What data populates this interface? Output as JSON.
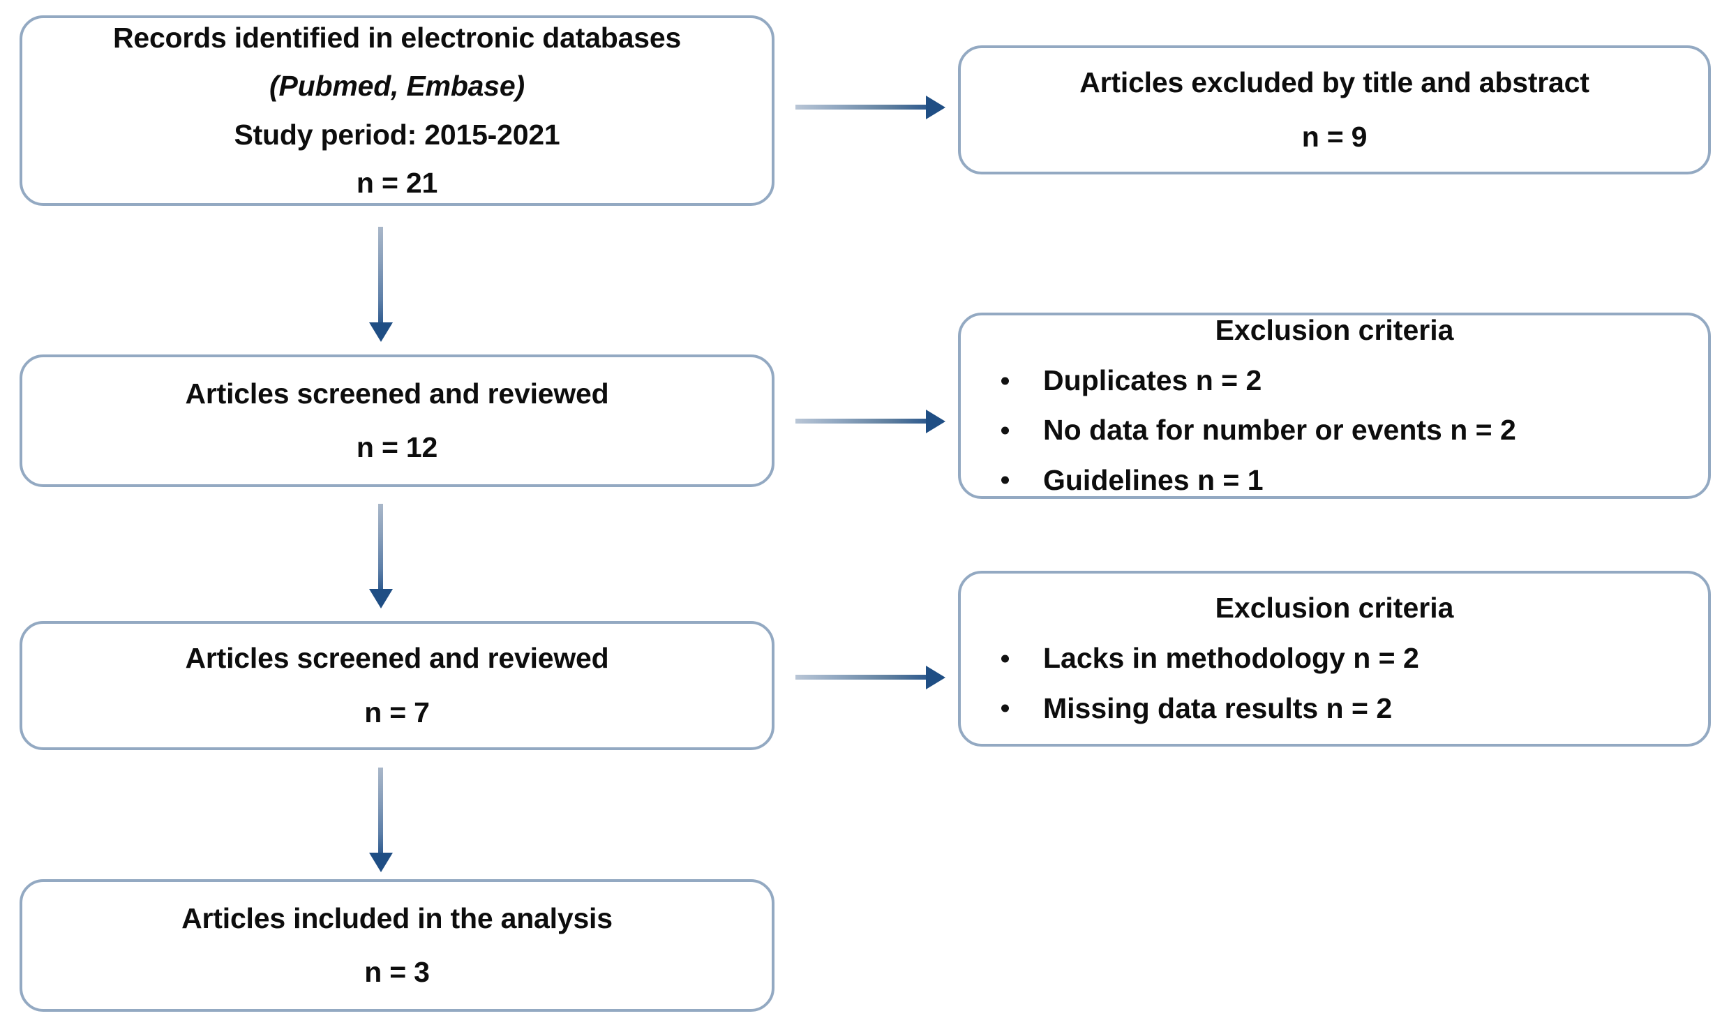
{
  "diagram": {
    "type": "prisma-flow-diagram",
    "accent_color": "#2e5a8e",
    "box_border_color": "#93a9c2",
    "text_color": "#0d0d0d",
    "boxes": {
      "records_identified": {
        "title": "Records identified in electronic databases",
        "sources": "(Pubmed, Embase)",
        "study_period": "Study period: 2015-2021",
        "count": "n = 21"
      },
      "excluded_title_abstract": {
        "title": "Articles excluded by title and abstract",
        "count": "n = 9"
      },
      "screened_reviewed_1": {
        "title": "Articles screened and reviewed",
        "count": "n = 12"
      },
      "exclusion_criteria_1": {
        "title": "Exclusion criteria",
        "items": [
          "Duplicates n = 2",
          "No data for number or events n = 2",
          "Guidelines n = 1"
        ]
      },
      "screened_reviewed_2": {
        "title": "Articles screened and reviewed",
        "count": "n = 7"
      },
      "exclusion_criteria_2": {
        "title": "Exclusion criteria",
        "items": [
          "Lacks in methodology n = 2",
          "Missing data results n = 2"
        ]
      },
      "included_analysis": {
        "title": "Articles included in the analysis",
        "count": "n = 3"
      }
    },
    "connectors": [
      {
        "name": "records-to-excluded",
        "direction": "right"
      },
      {
        "name": "records-to-screened-1",
        "direction": "down"
      },
      {
        "name": "screened-1-to-exclusion-1",
        "direction": "right"
      },
      {
        "name": "screened-1-to-screened-2",
        "direction": "down"
      },
      {
        "name": "screened-2-to-exclusion-2",
        "direction": "right"
      },
      {
        "name": "screened-2-to-included",
        "direction": "down"
      }
    ]
  }
}
